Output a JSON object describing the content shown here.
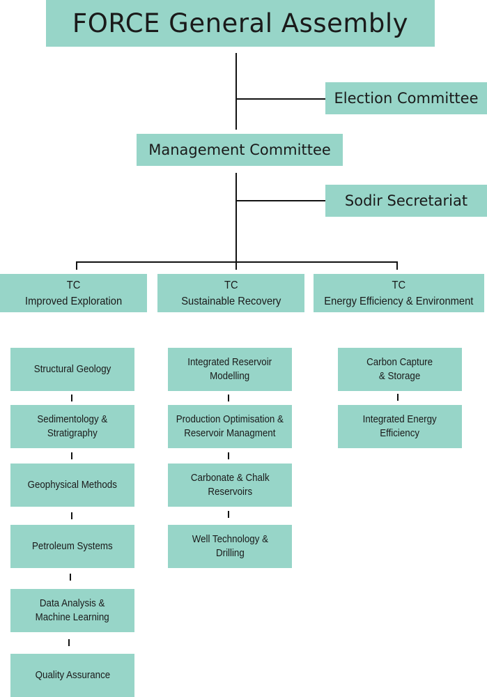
{
  "top": {
    "assembly": "FORCE General Assembly",
    "election": "Election Committee",
    "management": "Management Committee",
    "sodir": "Sodir Secretariat"
  },
  "technical_committees": [
    {
      "label": "TC\nImproved Exploration",
      "groups": [
        "Structural Geology",
        "Sedimentology &\nStratigraphy",
        "Geophysical Methods",
        "Petroleum Systems",
        "Data Analysis &\nMachine Learning",
        "Quality Assurance"
      ]
    },
    {
      "label": "TC\nSustainable Recovery",
      "groups": [
        "Integrated Reservoir\nModelling",
        "Production Optimisation &\nReservoir Managment",
        "Carbonate & Chalk\nReservoirs",
        "Well Technology &\nDrilling"
      ]
    },
    {
      "label": "TC\nEnergy Efficiency & Environment",
      "groups": [
        "Carbon Capture\n& Storage",
        "Integrated Energy\nEfficiency"
      ]
    }
  ],
  "colors": {
    "box": "#97d5c8",
    "line": "#111111"
  }
}
